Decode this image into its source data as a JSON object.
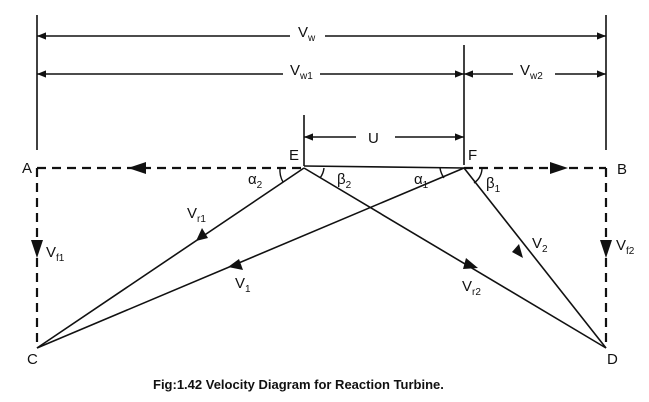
{
  "points": {
    "A": "A",
    "B": "B",
    "C": "C",
    "D": "D",
    "E": "E",
    "F": "F"
  },
  "dimensions": {
    "vw": {
      "main": "V",
      "sub": "w"
    },
    "vw1": {
      "main": "V",
      "sub": "w1"
    },
    "vw2": {
      "main": "V",
      "sub": "w2"
    },
    "u": "U"
  },
  "vectors": {
    "vr1": {
      "main": "V",
      "sub": "r1"
    },
    "v1": {
      "main": "V",
      "sub": "1"
    },
    "vr2": {
      "main": "V",
      "sub": "r2"
    },
    "v2": {
      "main": "V",
      "sub": "2"
    },
    "vf1": {
      "main": "V",
      "sub": "f1"
    },
    "vf2": {
      "main": "V",
      "sub": "f2"
    }
  },
  "angles": {
    "alpha2": {
      "main": "α",
      "sub": "2"
    },
    "beta2": {
      "main": "β",
      "sub": "2"
    },
    "alpha1": {
      "main": "α",
      "sub": "1"
    },
    "beta1": {
      "main": "β",
      "sub": "1"
    }
  },
  "caption": "Fig:1.42 Velocity Diagram for Reaction Turbine."
}
